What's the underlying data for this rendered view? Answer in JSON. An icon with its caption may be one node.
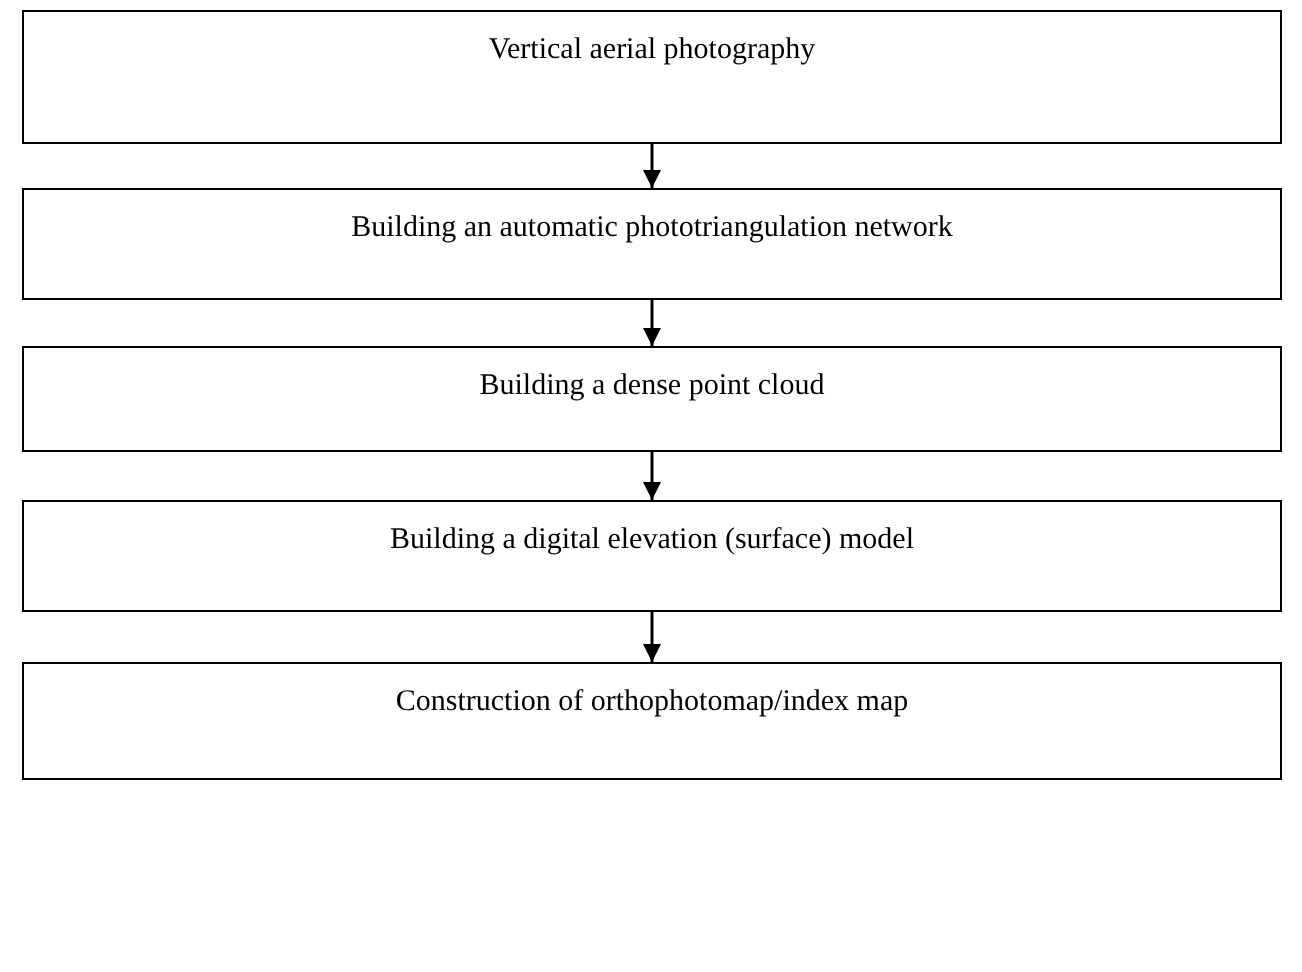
{
  "diagram": {
    "nodes": [
      {
        "text": [
          "Vertical aerial photography"
        ]
      },
      {
        "text": [
          "Building an automatic phototriangulation network"
        ]
      },
      {
        "text": [
          "Building a dense point cloud"
        ]
      },
      {
        "text": [
          "Building a digital elevation (surface) model"
        ]
      },
      {
        "text": [
          "Construction of orthophotomap/index map"
        ]
      }
    ],
    "edges": [
      {
        "from": 0,
        "to": 1,
        "arrow": "to"
      },
      {
        "from": 1,
        "to": 2,
        "arrow": "to"
      },
      {
        "from": 2,
        "to": 3,
        "arrow": "to"
      },
      {
        "from": 3,
        "to": 4,
        "arrow": "to"
      }
    ]
  }
}
